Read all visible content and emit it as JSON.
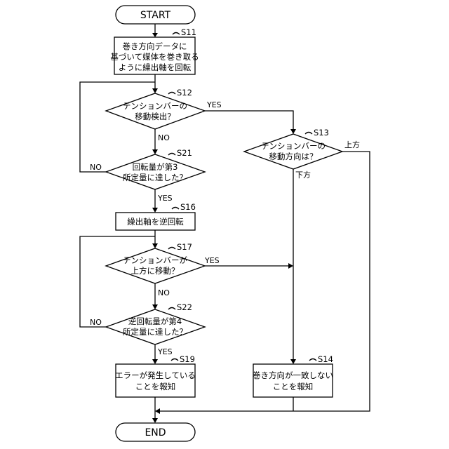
{
  "start": {
    "label": "START"
  },
  "end": {
    "label": "END"
  },
  "steps": {
    "s11": {
      "id": "S11",
      "lines": [
        "巻き方向データに",
        "基づいて媒体を巻き取る",
        "ように繰出軸を回転"
      ]
    },
    "s12": {
      "id": "S12",
      "lines": [
        "テンションバーの",
        "移動検出？"
      ],
      "yes": "YES",
      "no": "NO"
    },
    "s21": {
      "id": "S21",
      "lines": [
        "回転量が第3",
        "所定量に達した？"
      ],
      "yes": "YES",
      "no": "NO"
    },
    "s13": {
      "id": "S13",
      "lines": [
        "テンションバーの",
        "移動方向は？"
      ],
      "up": "上方",
      "down": "下方"
    },
    "s16": {
      "id": "S16",
      "lines": [
        "繰出軸を逆回転"
      ]
    },
    "s17": {
      "id": "S17",
      "lines": [
        "テンションバーが",
        "上方に移動？"
      ],
      "yes": "YES",
      "no": "NO"
    },
    "s22": {
      "id": "S22",
      "lines": [
        "逆回転量が第4",
        "所定量に達した？"
      ],
      "yes": "YES",
      "no": "NO"
    },
    "s19": {
      "id": "S19",
      "lines": [
        "エラーが発生している",
        "ことを報知"
      ]
    },
    "s14": {
      "id": "S14",
      "lines": [
        "巻き方向が一致しない",
        "ことを報知"
      ]
    }
  }
}
